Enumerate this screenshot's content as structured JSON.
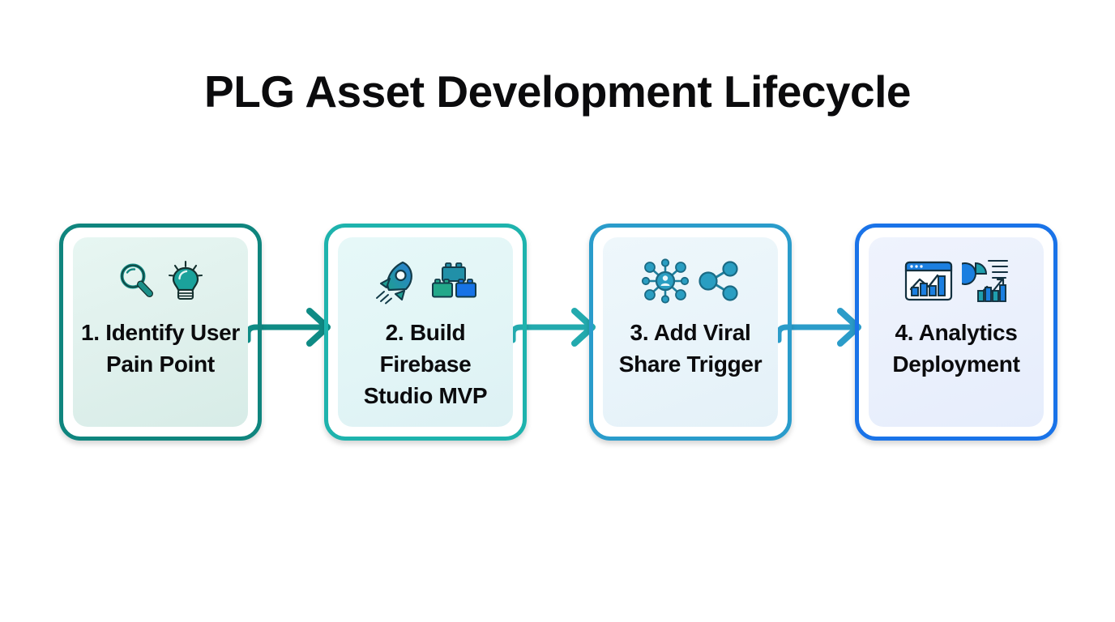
{
  "page": {
    "title": "PLG Asset Development Lifecycle",
    "background_color": "#ffffff",
    "title_color": "#0b0b0d"
  },
  "flow": {
    "steps": [
      {
        "id": "step-1",
        "label": "1. Identify User Pain Point",
        "border_color": "#0f857e",
        "fill_color": "#e2f3ef",
        "icons": [
          "magnifier-icon",
          "lightbulb-icon"
        ]
      },
      {
        "id": "step-2",
        "label": "2. Build Firebase Studio MVP",
        "border_color": "#1eb3ad",
        "fill_color": "#e3f6f6",
        "icons": [
          "rocket-icon",
          "lego-bricks-icon"
        ]
      },
      {
        "id": "step-3",
        "label": "3. Add Viral Share Trigger",
        "border_color": "#2a9ccb",
        "fill_color": "#eaf4fa",
        "icons": [
          "network-person-icon",
          "share-nodes-icon"
        ]
      },
      {
        "id": "step-4",
        "label": "4. Analytics Deployment",
        "border_color": "#1a73e8",
        "fill_color": "#ebf1fc",
        "icons": [
          "dashboard-window-icon",
          "pie-bar-chart-icon"
        ]
      }
    ],
    "connectors": [
      {
        "id": "connector-1-2",
        "color": "#0f8b85",
        "icon": "arrow-right-icon"
      },
      {
        "id": "connector-2-3",
        "color": "#23aaae",
        "icon": "arrow-right-icon"
      },
      {
        "id": "connector-3-4",
        "color": "#2b9cc9",
        "icon": "arrow-right-icon"
      }
    ]
  }
}
